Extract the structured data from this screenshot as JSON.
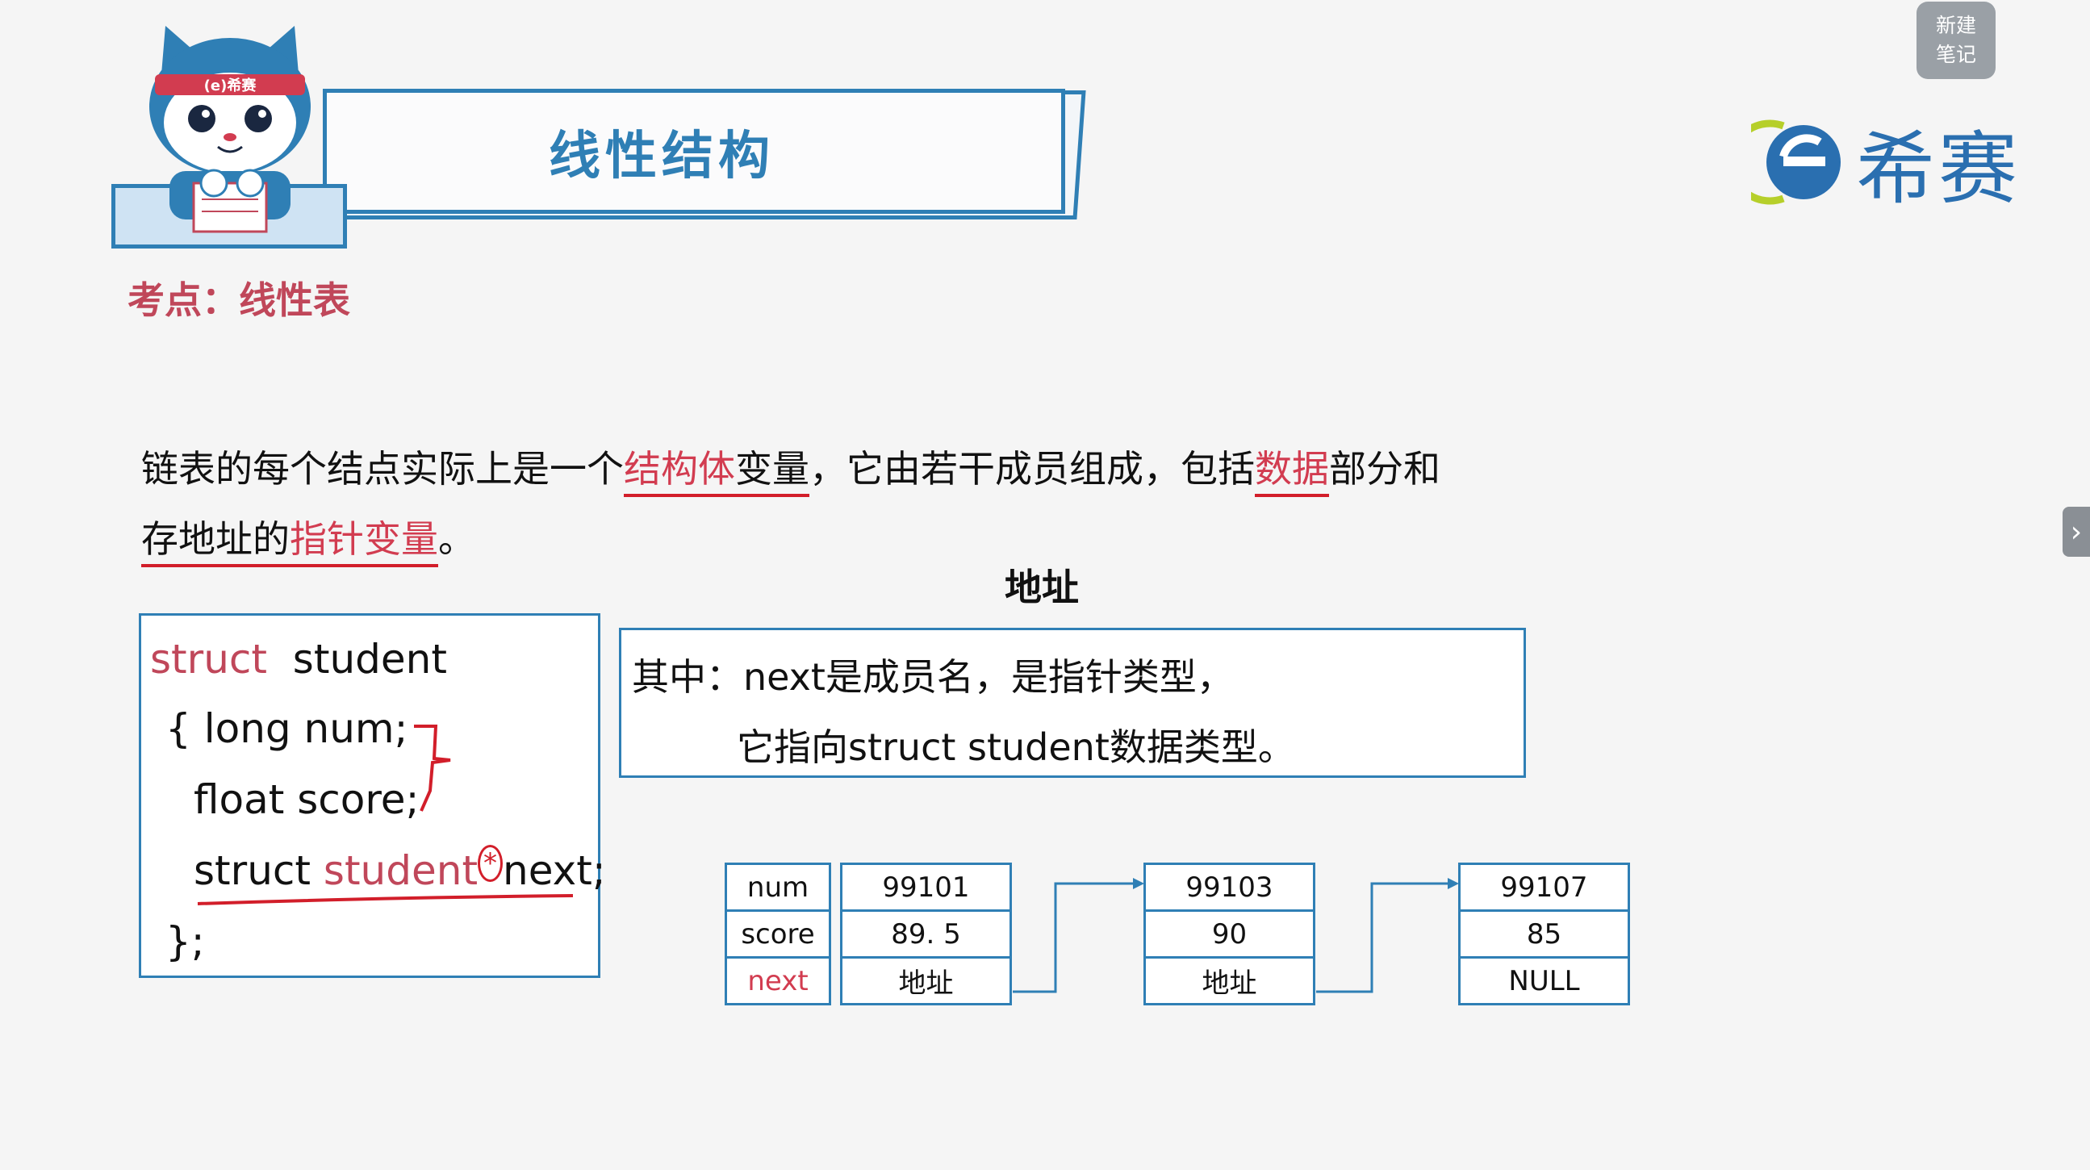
{
  "header": {
    "title": "线性结构",
    "mascot_badge": "(e)希赛"
  },
  "logo": {
    "text": "希赛",
    "icon": "xisai-e-logo-icon"
  },
  "note_button": {
    "label": "新建\n笔记"
  },
  "exam_point": "考点：线性表",
  "paragraph": {
    "line1_a": "链表的每个结点实际上是一个",
    "line1_b": "结构体",
    "line1_c": "变量",
    "line1_d": "，它由若干成员组成，包括",
    "line1_e": "数据",
    "line1_f": "部分和",
    "line2_a": "存地址的",
    "line2_b": "指针变量",
    "line2_c": "。"
  },
  "address_label": "地址",
  "code": {
    "kw_struct": "struct",
    "name": "student",
    "line2": "{ long  num;",
    "line3": "float score;",
    "line4_struct": "struct",
    "line4_type": "student",
    "line4_star": "*",
    "line4_rest": "next;",
    "line5": "};"
  },
  "explain": {
    "line1": "其中：next是成员名，是指针类型，",
    "line2": "它指向struct  student数据类型。"
  },
  "nodes": {
    "labels": [
      "num",
      "score",
      "next"
    ],
    "node1": [
      "99101",
      "89. 5",
      "地址"
    ],
    "node2": [
      "99103",
      "90",
      "地址"
    ],
    "node3": [
      "99107",
      "85",
      "NULL"
    ]
  },
  "colors": {
    "accent_blue": "#2f7fb5",
    "highlight_red": "#d23c50",
    "underline_red": "#d21e2a"
  }
}
